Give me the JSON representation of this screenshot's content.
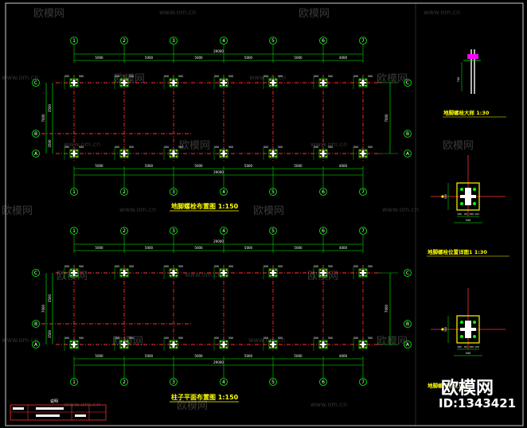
{
  "watermark": {
    "brand": "欧模网",
    "url": "www.om.cn"
  },
  "brand_badge": {
    "name": "欧模网",
    "id": "ID:1343421"
  },
  "grid": {
    "axes_x": [
      "1",
      "2",
      "3",
      "4",
      "5",
      "6",
      "7"
    ],
    "axes_y": [
      "C",
      "B",
      "A"
    ],
    "spans": [
      "5000",
      "5000",
      "5000",
      "5000",
      "5000",
      "4000"
    ],
    "total": "29000",
    "depth_total": "7000",
    "depth_parts": [
      "3500",
      "3500"
    ]
  },
  "titles": {
    "plan1": "地脚螺栓布置图 1:150",
    "plan2": "柱子平面布置图 1:150",
    "detail1": "地脚螺栓大样 1:30",
    "detail2": "地脚螺栓位置详图1 1:30",
    "detail3": "地脚螺栓位置详图"
  },
  "details": {
    "plate_dims": [
      "180",
      "60",
      "180",
      "120"
    ],
    "plate_width": "540"
  },
  "legend": {
    "title": "说明"
  },
  "colors": {
    "background": "#000000",
    "grid_line": "#ff3030",
    "dimension": "#00ff00",
    "column": "#ffffff",
    "label": "#ffff00",
    "frame": "#ffffff"
  }
}
